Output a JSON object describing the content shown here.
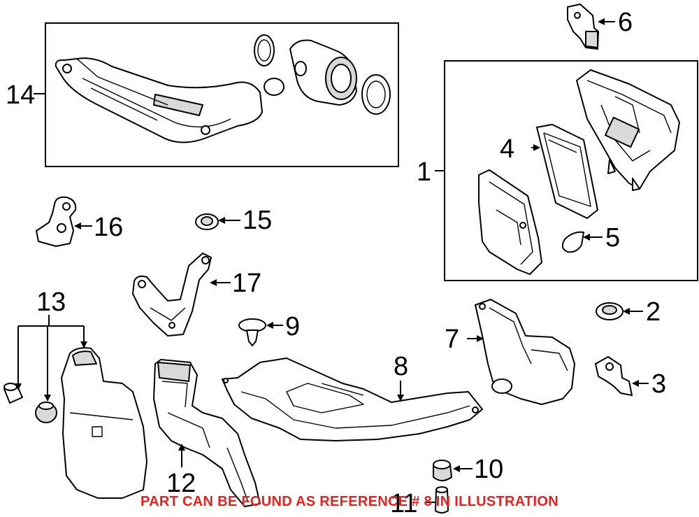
{
  "callouts": {
    "c1": "1",
    "c2": "2",
    "c3": "3",
    "c4": "4",
    "c5": "5",
    "c6": "6",
    "c7": "7",
    "c8": "8",
    "c9": "9",
    "c10": "10",
    "c11": "11",
    "c12": "12",
    "c13": "13",
    "c14": "14",
    "c15": "15",
    "c16": "16",
    "c17": "17"
  },
  "reference_note": "PART CAN BE FOUND AS REFERENCE # 8 IN ILLUSTRATION",
  "colors": {
    "note": "#e8201e",
    "line": "#000000",
    "background": "#ffffff"
  }
}
